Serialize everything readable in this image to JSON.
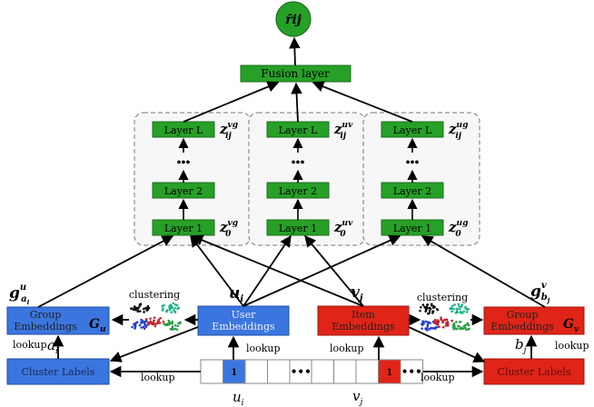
{
  "output": {
    "label": "r̂ij"
  },
  "fusion": {
    "label": "Fusion layer"
  },
  "towers": [
    {
      "layers": [
        "Layer L",
        "Layer 2",
        "Layer 1"
      ],
      "dots": "•••",
      "top_var": {
        "base": "z",
        "sub": "ij",
        "sup": "vg"
      },
      "bottom_var": {
        "base": "z",
        "sub": "0",
        "sup": "vg"
      }
    },
    {
      "layers": [
        "Layer L",
        "Layer 2",
        "Layer 1"
      ],
      "dots": "•••",
      "top_var": {
        "base": "z",
        "sub": "ij",
        "sup": "uv"
      },
      "bottom_var": {
        "base": "z",
        "sub": "0",
        "sup": "uv"
      }
    },
    {
      "layers": [
        "Layer L",
        "Layer 2",
        "Layer 1"
      ],
      "dots": "•••",
      "top_var": {
        "base": "z",
        "sub": "ij",
        "sup": "ug"
      },
      "bottom_var": {
        "base": "z",
        "sub": "0",
        "sup": "ug"
      }
    }
  ],
  "left_group": {
    "box_label": [
      "Group",
      "Embeddings"
    ],
    "matrix": {
      "base": "G",
      "sub": "u"
    },
    "vector": {
      "base": "g",
      "sub": "a",
      "subsub": "i",
      "sup": "u"
    }
  },
  "user_emb": {
    "box_label": [
      "User",
      "Embeddings"
    ],
    "vector": {
      "base": "u",
      "sub": "i"
    }
  },
  "item_emb": {
    "box_label": [
      "Item",
      "Embeddings"
    ],
    "vector": {
      "base": "v",
      "sub": "j"
    }
  },
  "right_group": {
    "box_label": [
      "Group",
      "Embeddings"
    ],
    "matrix": {
      "base": "G",
      "sub": "v"
    },
    "vector": {
      "base": "g",
      "sub": "b",
      "subsub": "j",
      "sup": "v"
    }
  },
  "clustering_label": "clustering",
  "cluster_labels_left": "Cluster Labels",
  "cluster_labels_right": "Cluster Labels",
  "lookup": "lookup",
  "left_assign": {
    "base": "a",
    "sub": "i"
  },
  "right_assign": {
    "base": "b",
    "sub": "j"
  },
  "user_onehot": {
    "cells": [
      "",
      "1",
      "",
      "",
      "•••"
    ],
    "index": {
      "base": "u",
      "sub": "i"
    }
  },
  "item_onehot": {
    "cells": [
      "",
      "",
      "",
      "1",
      "•••"
    ],
    "index": {
      "base": "v",
      "sub": "j"
    }
  },
  "colors": {
    "green": "#26a026",
    "green_dark": "#1e6e1e",
    "blue": "#3b76df",
    "red": "#e02418",
    "arrow": "#000000",
    "tower_border": "#777777"
  },
  "cluster_colors": [
    "#111111",
    "#1f3fd6",
    "#c0262d",
    "#2e9e46",
    "#1db389"
  ]
}
